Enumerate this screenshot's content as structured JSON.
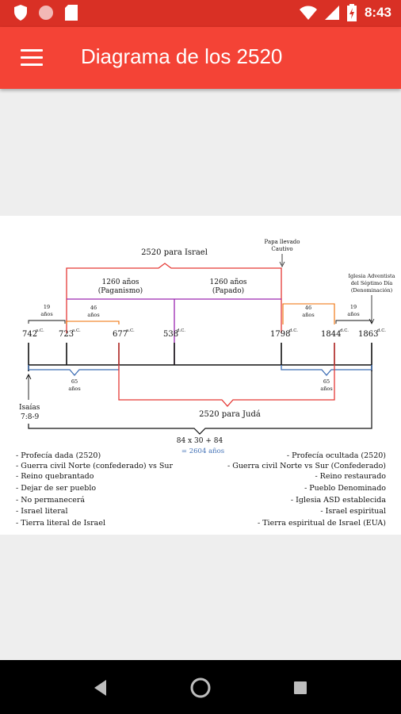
{
  "status_bar": {
    "time": "8:43",
    "icons": [
      "shield-icon",
      "circle-icon",
      "sd-card-icon",
      "wifi-icon",
      "signal-icon",
      "battery-charging-icon"
    ]
  },
  "app_bar": {
    "menu_icon": "hamburger-menu-icon",
    "title": "Diagrama de los 2520"
  },
  "diagram": {
    "top_labels": {
      "israel": "2520 para Israel",
      "papa_line1": "Papa llevado",
      "papa_line2": "Cautivo",
      "iglesia_line1": "Iglesia Adventista",
      "iglesia_line2": "del Séptimo Día",
      "iglesia_line3": "(Denominación)",
      "paganismo_years": "1260 años",
      "paganismo": "(Paganismo)",
      "papado_years": "1260 años",
      "papado": "(Papado)",
      "span_19a_num": "19",
      "span_19a_unit": "años",
      "span_46a_num": "46",
      "span_46a_unit": "años",
      "span_46b_num": "46",
      "span_46b_unit": "años",
      "span_19b_num": "19",
      "span_19b_unit": "años"
    },
    "dates": [
      "742",
      "723",
      "677",
      "538",
      "1798",
      "1844",
      "1863"
    ],
    "date_suffixes": [
      "a.C.",
      "a.C.",
      "a.C.",
      "d.C.",
      "d.C.",
      "d.C.",
      "d.C."
    ],
    "bottom_labels": {
      "span_65a_num": "65",
      "span_65a_unit": "años",
      "span_65b_num": "65",
      "span_65b_unit": "años",
      "juda": "2520 para Judá",
      "isaias_line1": "Isaías",
      "isaias_line2": "7:8-9",
      "formula": "84 x 30 + 84",
      "result": "= 2604 años"
    },
    "left_list": [
      "- Profecía dada (2520)",
      "- Guerra civil Norte (confederado) vs Sur",
      "- Reino quebrantado",
      "- Dejar de ser pueblo",
      "- No permanecerá",
      "- Israel literal",
      "- Tierra literal de Israel"
    ],
    "right_list": [
      "- Profecía ocultada (2520)",
      "- Guerra civil Norte vs Sur (Confederado)",
      "- Reino restaurado",
      "- Pueblo Denominado",
      "- Iglesia ASD establecida",
      "- Israel espiritual",
      "- Tierra espiritual de Israel (EUA)"
    ],
    "colors": {
      "red": "#e53935",
      "purple": "#9c27b0",
      "orange": "#ef6c00",
      "blue": "#3f6fb5",
      "black": "#111111"
    }
  },
  "nav_bar": {
    "back": "back-triangle-icon",
    "home": "home-circle-icon",
    "recents": "recents-square-icon"
  }
}
